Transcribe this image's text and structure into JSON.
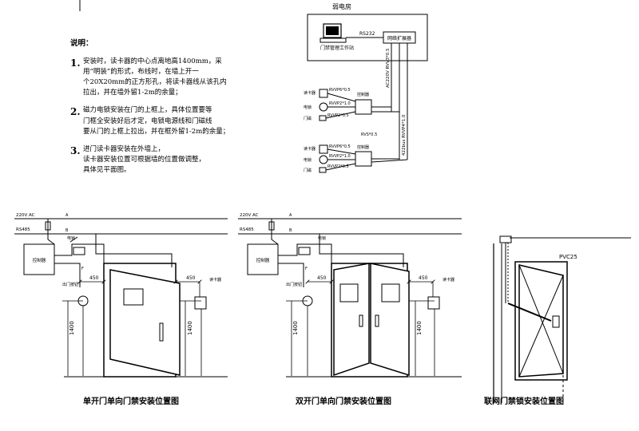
{
  "notes": {
    "heading": "说明：",
    "items": [
      {
        "num": "1.",
        "lines": [
          "安装时，读卡器的中心点离地高1400mm，采",
          "用“明装”的形式，布线时，在墙上开一",
          "个20X20mm的正方形孔，将读卡器线从该孔内",
          "拉出，并在墙外留1-2m的余量；"
        ]
      },
      {
        "num": "2.",
        "lines": [
          "磁力电锁安装在门的上框上，具体位置要等",
          "门框全安装好后才定，电锁电源线和门磁线",
          "要从门的上框上拉出，并在框外留1-2m的余量；"
        ]
      },
      {
        "num": "3.",
        "lines": [
          "进门读卡器安装在外墙上，",
          "读卡器安装位置可根据墙的位置做调整，",
          "具体见平面图。"
        ]
      }
    ]
  },
  "network": {
    "room_label": "弱电房",
    "workstation_label": "门禁管理工作站",
    "rs232_label": "RS232",
    "expander_label": "网络扩展器",
    "bus_label": "422bus RVVP4*1.0",
    "ac_label": "AC220V RVV3*0.5",
    "cable_labels": [
      "RVVP6*0.5",
      "RVVP2*1.0",
      "RVVP2*0.5",
      "RVS*0.5",
      "RVVP6*0.5",
      "RVVP2*1.0",
      "RVVP2*0.5"
    ],
    "device_labels": [
      "读卡器",
      "电锁",
      "门磁",
      "控制器",
      "读卡器",
      "电锁",
      "门磁",
      "控制器"
    ]
  },
  "single": {
    "power_label": "220V AC",
    "rs_label": "RS485",
    "controller_label": "控制器",
    "line_a": "A",
    "line_b": "B",
    "line_f": "F",
    "lock_label": "电锁",
    "dim_left": "450",
    "dim_right": "450",
    "height_left": "1400",
    "height_right": "1400",
    "reader_label": "读卡器",
    "button_label": "出门按钮",
    "caption": "单开门单向门禁安装位置图"
  },
  "double": {
    "power_label": "220V AC",
    "rs_label": "RS485",
    "controller_label": "控制器",
    "line_a": "A",
    "line_b": "B",
    "line_f": "F",
    "lock_label": "电锁",
    "dim_left": "450",
    "dim_right": "450",
    "height_left": "1400",
    "height_right": "1400",
    "reader_label": "读卡器",
    "button_label": "出门按钮",
    "caption": "双开门单向门禁安装位置图"
  },
  "network_lock": {
    "pipe_label": "PVC25",
    "caption": "联网门禁锁安装位置图"
  }
}
